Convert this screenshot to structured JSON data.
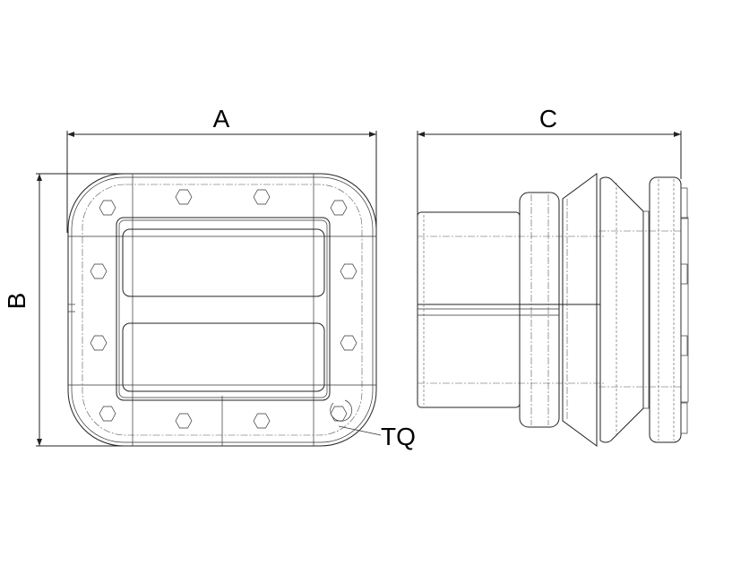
{
  "dimensions": {
    "a_label": "A",
    "b_label": "B",
    "c_label": "C"
  },
  "callouts": {
    "tq_label": "TQ"
  }
}
